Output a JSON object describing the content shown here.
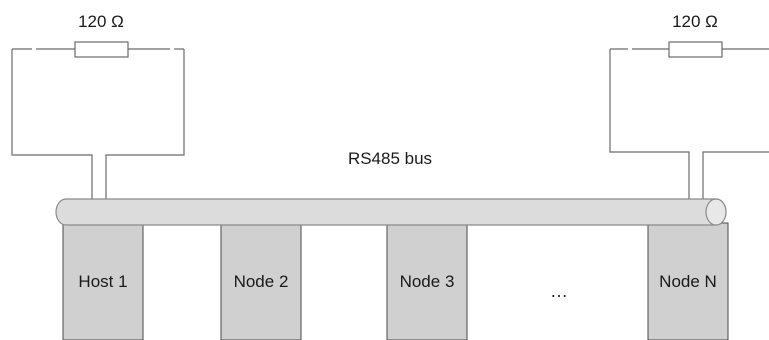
{
  "resistors": {
    "left_label": "120 Ω",
    "right_label": "120 Ω"
  },
  "bus": {
    "label": "RS485 bus"
  },
  "nodes": [
    {
      "label": "Host 1"
    },
    {
      "label": "Node 2"
    },
    {
      "label": "Node 3"
    },
    {
      "label": "Node N"
    }
  ],
  "ellipsis": "…"
}
